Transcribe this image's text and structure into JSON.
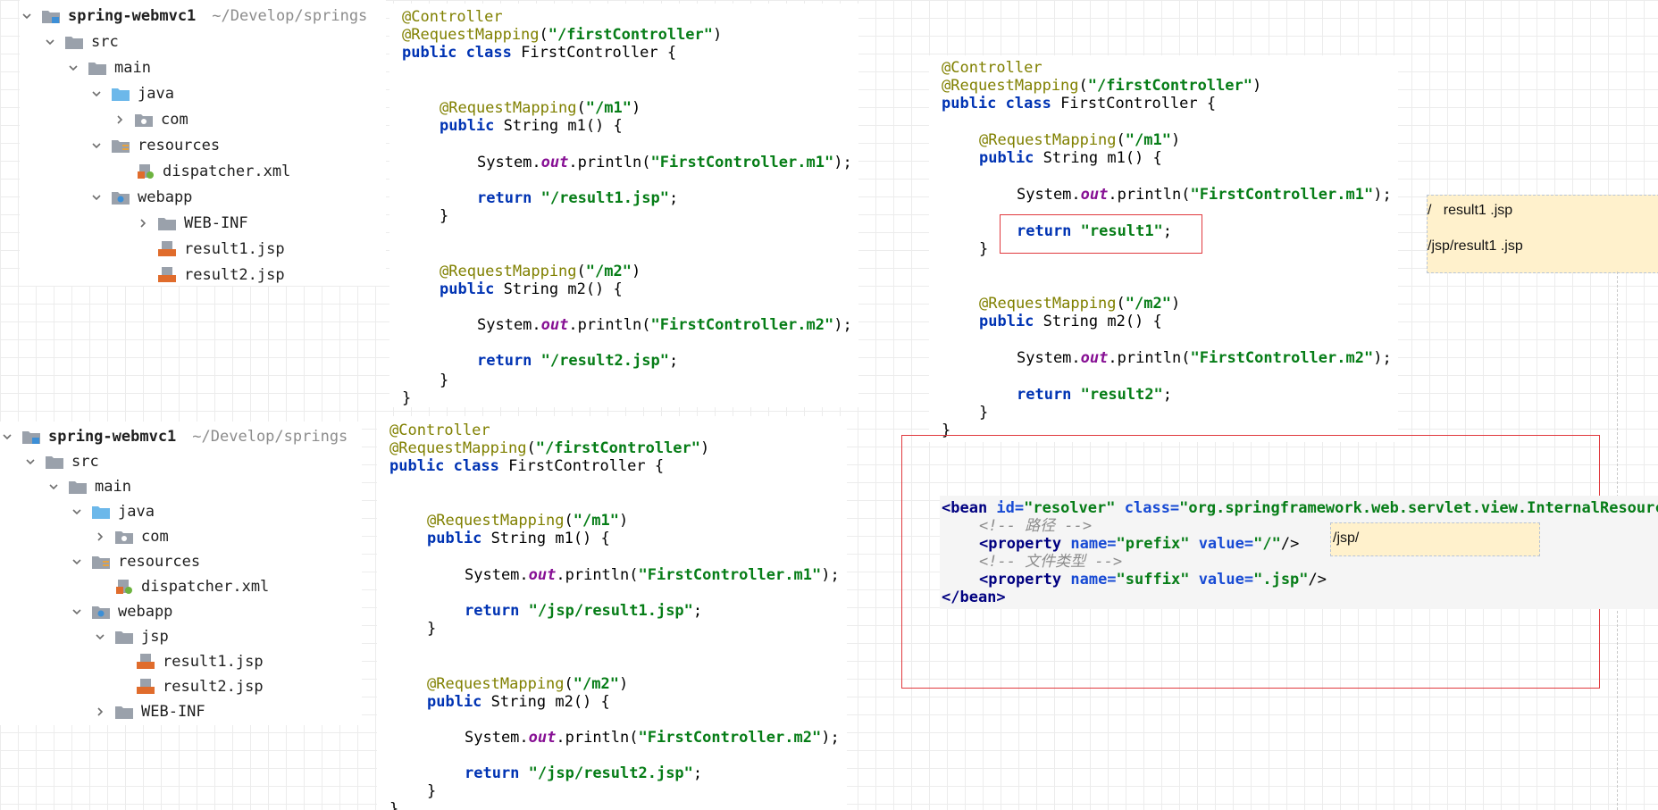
{
  "tree_top": {
    "root": {
      "name": "spring-webmvc1",
      "path": "~/Develop/springs"
    },
    "items": [
      "src",
      "main",
      "java",
      "com",
      "resources",
      "dispatcher.xml",
      "webapp",
      "WEB-INF",
      "result1.jsp",
      "result2.jsp"
    ]
  },
  "tree_bottom": {
    "root": {
      "name": "spring-webmvc1",
      "path": "~/Develop/springs"
    },
    "items": [
      "src",
      "main",
      "java",
      "com",
      "resources",
      "dispatcher.xml",
      "webapp",
      "jsp",
      "result1.jsp",
      "result2.jsp",
      "WEB-INF"
    ]
  },
  "code1": {
    "annotation": "@Controller",
    "rm_anno": "@RequestMapping",
    "class_path": "\"/firstController\"",
    "kw_public": "public",
    "kw_class": "class",
    "class_name": "FirstController {",
    "m1_path": "\"/m1\"",
    "kw_string": "String",
    "m1_sig": "m1() {",
    "sys": "System.",
    "out": "out",
    "println": ".println(",
    "m1_msg": "\"FirstController.m1\"",
    "kw_return": "return",
    "ret1": "\"/result1.jsp\"",
    "m2_path": "\"/m2\"",
    "m2_sig": "m2() {",
    "m2_msg": "\"FirstController.m2\"",
    "ret2": "\"/result2.jsp\""
  },
  "code2": {
    "ret1": "\"/jsp/result1.jsp\"",
    "ret2": "\"/jsp/result2.jsp\""
  },
  "code3": {
    "ret1": "\"result1\"",
    "ret2": "\"result2\""
  },
  "xml": {
    "bean_open": "<bean ",
    "attr_id": "id=",
    "id_val": "\"resolver\"",
    "attr_class": "class=",
    "class_val": "\"org.springframework.web.servlet.view.InternalResourceViewResolver\"",
    "comment_path": "<!-- 路径 -->",
    "property": "<property ",
    "attr_name": "name=",
    "prefix_name": "\"prefix\"",
    "attr_value": "value=",
    "prefix_val": "\"/\"",
    "self_close": "/>",
    "comment_type": "<!-- 文件类型 -->",
    "suffix_name": "\"suffix\"",
    "suffix_val": "\".jsp\"",
    "bean_close": "</bean>"
  },
  "notes": {
    "note1_line1": "/   result1 .jsp",
    "note1_line2": "/jsp/result1 .jsp",
    "note2": "/jsp/"
  },
  "colors": {
    "highlight_border": "#e0393e",
    "note_bg": "#fff1cc"
  }
}
